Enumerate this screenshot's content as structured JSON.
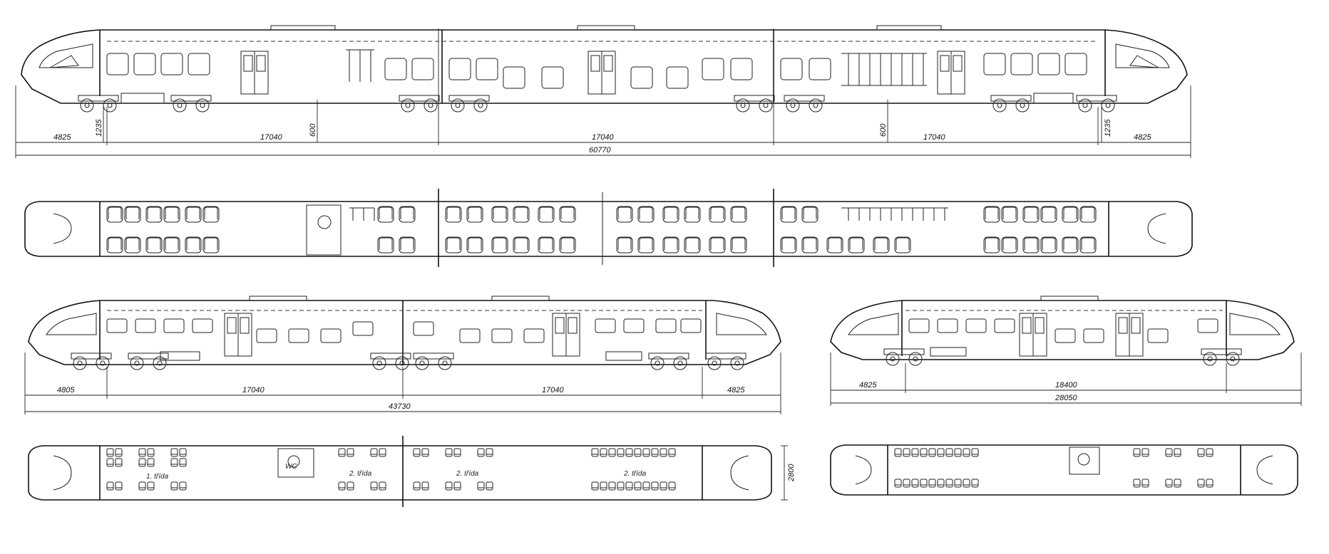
{
  "views": {
    "three_car_side": {
      "dims": [
        "4825",
        "17040",
        "17040",
        "17040",
        "4825"
      ],
      "height_dims": [
        "1235",
        "600",
        "600",
        "1235"
      ],
      "overall": "60770"
    },
    "two_car_side": {
      "dims": [
        "4805",
        "17040",
        "17040",
        "4825"
      ],
      "overall": "43730"
    },
    "single_car_side": {
      "dims": [
        "4825",
        "18400"
      ],
      "overall": "28050"
    },
    "two_car_plan": {
      "class_labels": [
        "1. třída",
        "2. třída",
        "2. třída",
        "2. třída"
      ],
      "wc_label": "WC",
      "width_dim": "2800"
    }
  }
}
